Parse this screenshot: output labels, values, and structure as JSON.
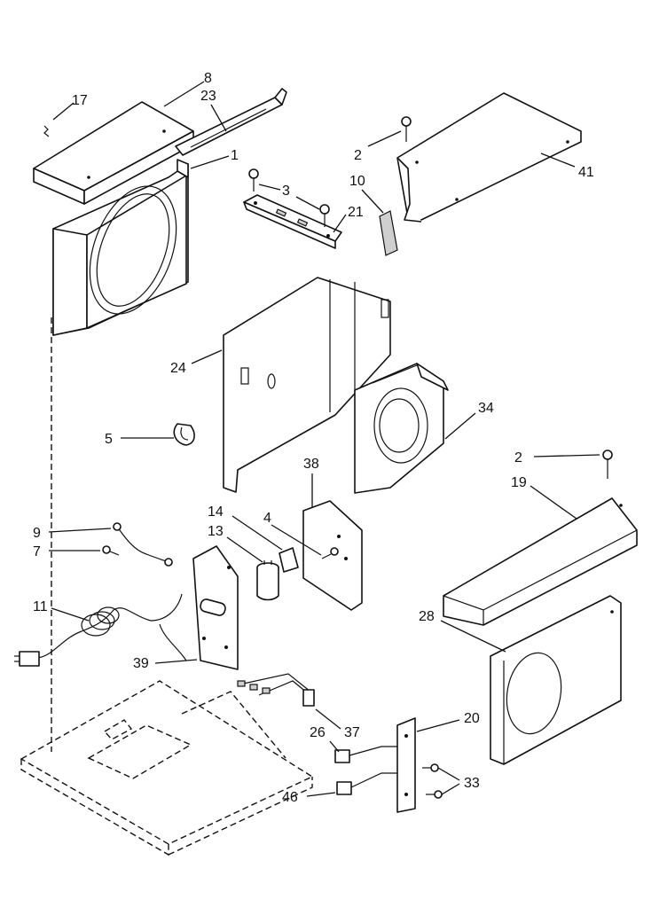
{
  "callouts": [
    {
      "id": "c8",
      "label": "8"
    },
    {
      "id": "c17",
      "label": "17"
    },
    {
      "id": "c23",
      "label": "23"
    },
    {
      "id": "c1",
      "label": "1"
    },
    {
      "id": "c2a",
      "label": "2"
    },
    {
      "id": "c41",
      "label": "41"
    },
    {
      "id": "c3",
      "label": "3"
    },
    {
      "id": "c10",
      "label": "10"
    },
    {
      "id": "c21",
      "label": "21"
    },
    {
      "id": "c24",
      "label": "24"
    },
    {
      "id": "c34",
      "label": "34"
    },
    {
      "id": "c5",
      "label": "5"
    },
    {
      "id": "c38",
      "label": "38"
    },
    {
      "id": "c2b",
      "label": "2"
    },
    {
      "id": "c19",
      "label": "19"
    },
    {
      "id": "c14",
      "label": "14"
    },
    {
      "id": "c4",
      "label": "4"
    },
    {
      "id": "c13",
      "label": "13"
    },
    {
      "id": "c9",
      "label": "9"
    },
    {
      "id": "c7",
      "label": "7"
    },
    {
      "id": "c11",
      "label": "11"
    },
    {
      "id": "c28",
      "label": "28"
    },
    {
      "id": "c39",
      "label": "39"
    },
    {
      "id": "c20",
      "label": "20"
    },
    {
      "id": "c26",
      "label": "26"
    },
    {
      "id": "c37",
      "label": "37"
    },
    {
      "id": "c33",
      "label": "33"
    },
    {
      "id": "c46",
      "label": "46"
    }
  ]
}
